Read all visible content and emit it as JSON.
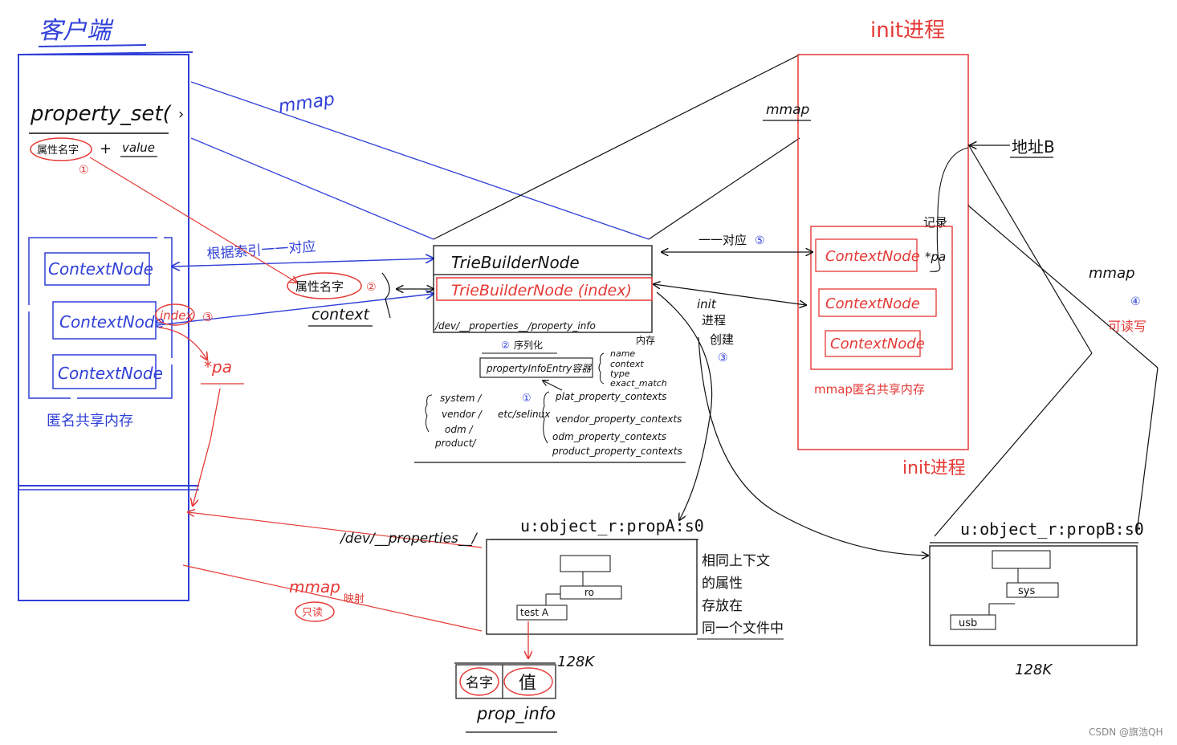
{
  "colors": {
    "blue": "#2f3fd8",
    "red": "#e53935",
    "black": "#111111",
    "gray": "#888888"
  },
  "client": {
    "title": "客户端",
    "property_set_call": "property_set(",
    "param_name": "属性名字",
    "param_plus": "+",
    "param_value": "value",
    "step1_marker": "①",
    "context_nodes": [
      "ContextNode",
      "ContextNode",
      "ContextNode"
    ],
    "memory_label": "匿名共享内存"
  },
  "annotations": {
    "mmap_top": "mmap",
    "index_mapping": "根据索引一一对应",
    "prop_name_step2": "属性名字",
    "step2_marker": "②",
    "context_label": "context",
    "index_step3": "index",
    "step3_marker": "③",
    "pa_label": "*pa",
    "mmap_bottom": "mmap",
    "mapping_label": "映射",
    "readonly_label": "只读"
  },
  "trie": {
    "node1": "TrieBuilderNode",
    "node2": "TrieBuilderNode (index)",
    "path": "/dev/__properties__/property_info",
    "memory_label": "内存",
    "serialize_label": "序列化",
    "serialize_marker": "②",
    "entry_box": "propertyInfoEntry容器",
    "entry_fields": [
      "name",
      "context",
      "type",
      "exact_match"
    ],
    "parse_marker": "①",
    "partitions": [
      "system /",
      "vendor /",
      "odm /",
      "product/"
    ],
    "selinux_dir": "etc/selinux",
    "context_files": [
      "plat_property_contexts",
      "vendor_property_contexts",
      "odm_property_contexts",
      "product_property_contexts"
    ]
  },
  "init": {
    "title": "init进程",
    "mmap_label": "mmap",
    "one_to_one": "一一对应",
    "one_to_one_marker": "⑤",
    "address_b": "地址B",
    "record_label": "记录",
    "pa_label": "*pa",
    "context_nodes": [
      "ContextNode",
      "ContextNode",
      "ContextNode"
    ],
    "memory_label": "mmap匿名共享内存",
    "bottom_label": "init进程",
    "mmap_right": "mmap",
    "step4_marker": "④",
    "readwrite_label": "可读写",
    "create_line1": "init",
    "create_line2": "进程",
    "create_line3": "创建",
    "create_marker": "③"
  },
  "propA": {
    "dev_path": "/dev/__properties__/",
    "title": "u:object_r:propA:s0",
    "node_ro": "ro",
    "node_test": "test A",
    "note_lines": [
      "相同上下文",
      "的属性",
      "存放在",
      "同一个文件中"
    ],
    "size": "128K",
    "info_name": "名字",
    "info_value": "值",
    "info_label": "prop_info"
  },
  "propB": {
    "title": "u:object_r:propB:s0",
    "node_sys": "sys",
    "node_usb": "usb",
    "size": "128K"
  },
  "watermark": "CSDN @旗浩QH"
}
